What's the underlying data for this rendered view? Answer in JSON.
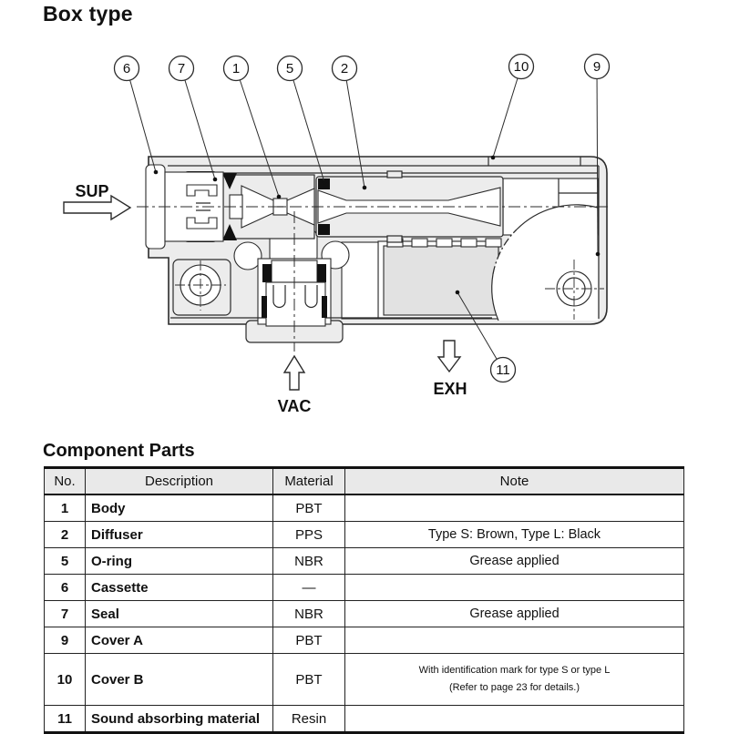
{
  "title": "Box type",
  "section": {
    "heading": "Component Parts"
  },
  "diagram": {
    "ports": {
      "sup": "SUP",
      "vac": "VAC",
      "exh": "EXH"
    },
    "callouts": [
      {
        "label": "6"
      },
      {
        "label": "7"
      },
      {
        "label": "1"
      },
      {
        "label": "5"
      },
      {
        "label": "2"
      },
      {
        "label": "10"
      },
      {
        "label": "9"
      },
      {
        "label": "11"
      }
    ]
  },
  "table": {
    "headers": {
      "no": "No.",
      "description": "Description",
      "material": "Material",
      "note": "Note"
    },
    "rows": [
      {
        "no": "1",
        "description": "Body",
        "material": "PBT",
        "note": ""
      },
      {
        "no": "2",
        "description": "Diffuser",
        "material": "PPS",
        "note": "Type S: Brown, Type L: Black"
      },
      {
        "no": "5",
        "description": "O-ring",
        "material": "NBR",
        "note": "Grease applied"
      },
      {
        "no": "6",
        "description": "Cassette",
        "material": "—",
        "note": ""
      },
      {
        "no": "7",
        "description": "Seal",
        "material": "NBR",
        "note": "Grease applied"
      },
      {
        "no": "9",
        "description": "Cover A",
        "material": "PBT",
        "note": ""
      },
      {
        "no": "10",
        "description": "Cover B",
        "material": "PBT",
        "note": "With identification mark for type S or type L",
        "note2": "(Refer to page 23 for details.)"
      },
      {
        "no": "11",
        "description": "Sound absorbing material",
        "material": "Resin",
        "note": ""
      }
    ]
  },
  "colors": {
    "body_fill": "#ececec",
    "absorber_fill": "#e2e2e2",
    "line": "#2b2b2b",
    "table_header_bg": "#e9e9e9",
    "seal": "#111111"
  }
}
